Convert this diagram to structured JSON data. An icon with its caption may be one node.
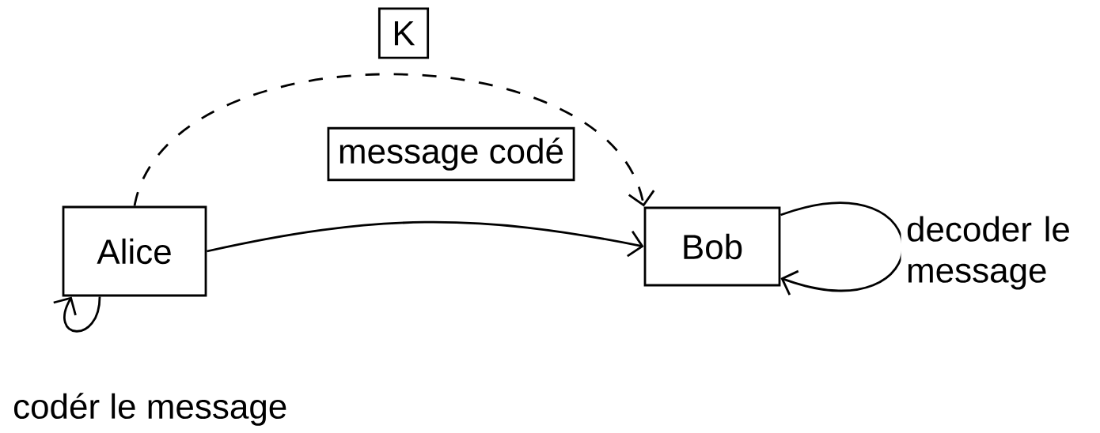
{
  "diagram": {
    "nodes": [
      {
        "text": [
          "Alice"
        ]
      },
      {
        "text": [
          "Bob"
        ]
      }
    ],
    "edges": [
      {
        "from": 0,
        "to": 1,
        "arrow": "to",
        "label": "message codé"
      },
      {
        "from": 0,
        "to": 1,
        "arrow": "to",
        "label": "K",
        "style": "dashed"
      },
      {
        "from": 0,
        "to": 0,
        "arrow": "to",
        "label": "codér le message"
      },
      {
        "from": 1,
        "to": 1,
        "arrow": "to",
        "label": "decoder le message"
      }
    ]
  }
}
